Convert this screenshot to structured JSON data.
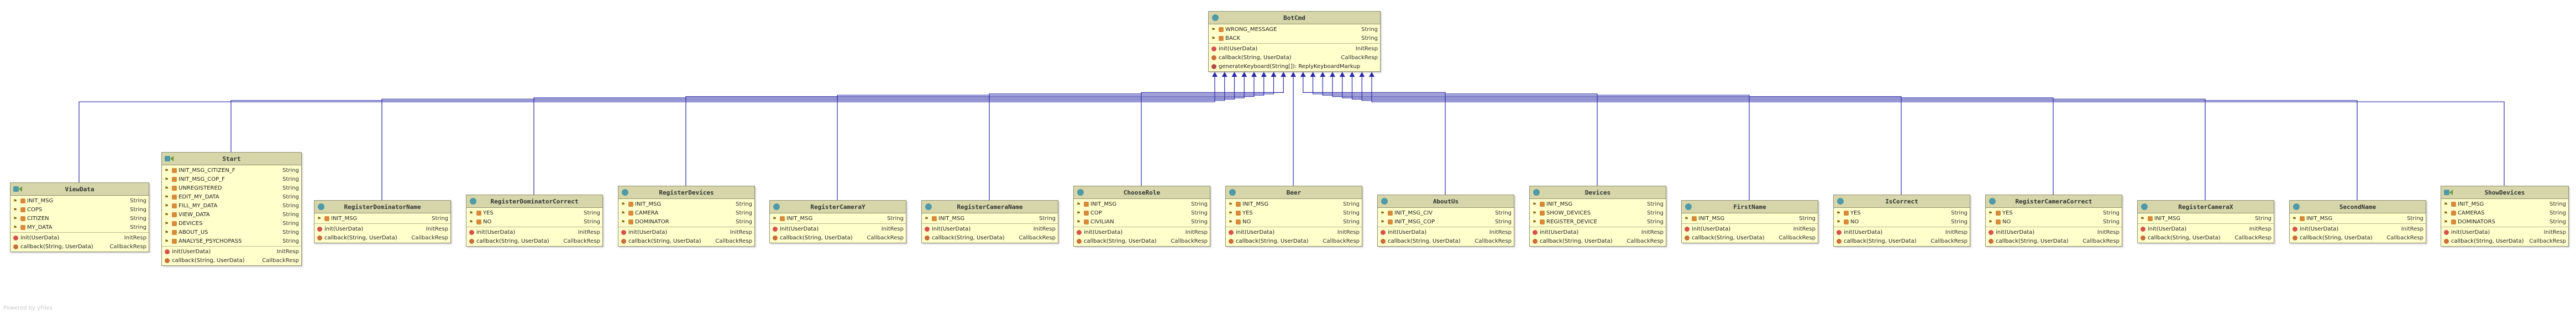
{
  "watermark": "Powered by yFiles",
  "colors": {
    "arrow": "#2a2aa8",
    "header": "#d6d6aa",
    "body": "#ffffcc"
  },
  "classes": [
    {
      "id": "BotCmd",
      "name": "BotCmd",
      "icon": "abstract-class-icon",
      "fields": [
        {
          "name": "WRONG_MESSAGE",
          "type": "String"
        },
        {
          "name": "BACK",
          "type": "String"
        }
      ],
      "methods": [
        {
          "name": "init(UserData)",
          "type": "InitResp",
          "kind": "init"
        },
        {
          "name": "callback(String, UserData)",
          "type": "CallbackResp",
          "kind": "cb"
        },
        {
          "name": "generateKeyboard(String[]): ReplyKeyboardMarkup",
          "type": "",
          "kind": "plain"
        }
      ]
    },
    {
      "id": "ViewData",
      "name": "ViewData",
      "icon": "subclass-icon",
      "fields": [
        {
          "name": "INIT_MSG",
          "type": "String"
        },
        {
          "name": "COPS",
          "type": "String"
        },
        {
          "name": "CITIZEN",
          "type": "String"
        },
        {
          "name": "MY_DATA",
          "type": "String"
        }
      ],
      "methods": [
        {
          "name": "init(UserData)",
          "type": "InitResp",
          "kind": "init"
        },
        {
          "name": "callback(String, UserData)",
          "type": "CallbackResp",
          "kind": "cb"
        }
      ]
    },
    {
      "id": "Start",
      "name": "Start",
      "icon": "subclass-icon",
      "fields": [
        {
          "name": "INIT_MSG_CITIZEN_F",
          "type": "String"
        },
        {
          "name": "INIT_MSG_COP_F",
          "type": "String"
        },
        {
          "name": "UNREGISTERED",
          "type": "String"
        },
        {
          "name": "EDIT_MY_DATA",
          "type": "String"
        },
        {
          "name": "FILL_MY_DATA",
          "type": "String"
        },
        {
          "name": "VIEW_DATA",
          "type": "String"
        },
        {
          "name": "DEVICES",
          "type": "String"
        },
        {
          "name": "ABOUT_US",
          "type": "String"
        },
        {
          "name": "ANALYSE_PSYCHOPASS",
          "type": "String"
        }
      ],
      "methods": [
        {
          "name": "init(UserData)",
          "type": "InitResp",
          "kind": "init"
        },
        {
          "name": "callback(String, UserData)",
          "type": "CallbackResp",
          "kind": "cb"
        }
      ]
    },
    {
      "id": "RegisterDominatorName",
      "name": "RegisterDominatorName",
      "icon": "class-icon",
      "fields": [
        {
          "name": "INIT_MSG",
          "type": "String"
        }
      ],
      "methods": [
        {
          "name": "init(UserData)",
          "type": "InitResp",
          "kind": "init"
        },
        {
          "name": "callback(String, UserData)",
          "type": "CallbackResp",
          "kind": "cb"
        }
      ]
    },
    {
      "id": "RegisterDominatorCorrect",
      "name": "RegisterDominatorCorrect",
      "icon": "class-icon",
      "fields": [
        {
          "name": "YES",
          "type": "String"
        },
        {
          "name": "NO",
          "type": "String"
        }
      ],
      "methods": [
        {
          "name": "init(UserData)",
          "type": "InitResp",
          "kind": "init"
        },
        {
          "name": "callback(String, UserData)",
          "type": "CallbackResp",
          "kind": "cb"
        }
      ]
    },
    {
      "id": "RegisterDevices",
      "name": "RegisterDevices",
      "icon": "class-icon",
      "fields": [
        {
          "name": "INIT_MSG",
          "type": "String"
        },
        {
          "name": "CAMERA",
          "type": "String"
        },
        {
          "name": "DOMINATOR",
          "type": "String"
        }
      ],
      "methods": [
        {
          "name": "init(UserData)",
          "type": "InitResp",
          "kind": "init"
        },
        {
          "name": "callback(String, UserData)",
          "type": "CallbackResp",
          "kind": "cb"
        }
      ]
    },
    {
      "id": "RegisterCameraY",
      "name": "RegisterCameraY",
      "icon": "class-icon",
      "fields": [
        {
          "name": "INIT_MSG",
          "type": "String"
        }
      ],
      "methods": [
        {
          "name": "init(UserData)",
          "type": "InitResp",
          "kind": "init"
        },
        {
          "name": "callback(String, UserData)",
          "type": "CallbackResp",
          "kind": "cb"
        }
      ]
    },
    {
      "id": "RegisterCameraName",
      "name": "RegisterCameraName",
      "icon": "class-icon",
      "fields": [
        {
          "name": "INIT_MSG",
          "type": "String"
        }
      ],
      "methods": [
        {
          "name": "init(UserData)",
          "type": "InitResp",
          "kind": "init"
        },
        {
          "name": "callback(String, UserData)",
          "type": "CallbackResp",
          "kind": "cb"
        }
      ]
    },
    {
      "id": "ChooseRole",
      "name": "ChooseRole",
      "icon": "class-icon",
      "fields": [
        {
          "name": "INIT_MSG",
          "type": "String"
        },
        {
          "name": "COP",
          "type": "String"
        },
        {
          "name": "CIVILIAN",
          "type": "String"
        }
      ],
      "methods": [
        {
          "name": "init(UserData)",
          "type": "InitResp",
          "kind": "init"
        },
        {
          "name": "callback(String, UserData)",
          "type": "CallbackResp",
          "kind": "cb"
        }
      ]
    },
    {
      "id": "Beer",
      "name": "Beer",
      "icon": "class-icon",
      "fields": [
        {
          "name": "INIT_MSG",
          "type": "String"
        },
        {
          "name": "YES",
          "type": "String"
        },
        {
          "name": "NO",
          "type": "String"
        }
      ],
      "methods": [
        {
          "name": "init(UserData)",
          "type": "InitResp",
          "kind": "init"
        },
        {
          "name": "callback(String, UserData)",
          "type": "CallbackResp",
          "kind": "cb"
        }
      ]
    },
    {
      "id": "AboutUs",
      "name": "AboutUs",
      "icon": "class-icon",
      "fields": [
        {
          "name": "INIT_MSG_CIV",
          "type": "String"
        },
        {
          "name": "INIT_MSG_COP",
          "type": "String"
        }
      ],
      "methods": [
        {
          "name": "init(UserData)",
          "type": "InitResp",
          "kind": "init"
        },
        {
          "name": "callback(String, UserData)",
          "type": "CallbackResp",
          "kind": "cb"
        }
      ]
    },
    {
      "id": "Devices",
      "name": "Devices",
      "icon": "class-icon",
      "fields": [
        {
          "name": "INIT_MSG",
          "type": "String"
        },
        {
          "name": "SHOW_DEVICES",
          "type": "String"
        },
        {
          "name": "REGISTER_DEVICE",
          "type": "String"
        }
      ],
      "methods": [
        {
          "name": "init(UserData)",
          "type": "InitResp",
          "kind": "init"
        },
        {
          "name": "callback(String, UserData)",
          "type": "CallbackResp",
          "kind": "cb"
        }
      ]
    },
    {
      "id": "FirstName",
      "name": "FirstName",
      "icon": "class-icon",
      "fields": [
        {
          "name": "INIT_MSG",
          "type": "String"
        }
      ],
      "methods": [
        {
          "name": "init(UserData)",
          "type": "InitResp",
          "kind": "init"
        },
        {
          "name": "callback(String, UserData)",
          "type": "CallbackResp",
          "kind": "cb"
        }
      ]
    },
    {
      "id": "IsCorrect",
      "name": "IsCorrect",
      "icon": "class-icon",
      "fields": [
        {
          "name": "YES",
          "type": "String"
        },
        {
          "name": "NO",
          "type": "String"
        }
      ],
      "methods": [
        {
          "name": "init(UserData)",
          "type": "InitResp",
          "kind": "init"
        },
        {
          "name": "callback(String, UserData)",
          "type": "CallbackResp",
          "kind": "cb"
        }
      ]
    },
    {
      "id": "RegisterCameraCorrect",
      "name": "RegisterCameraCorrect",
      "icon": "class-icon",
      "fields": [
        {
          "name": "YES",
          "type": "String"
        },
        {
          "name": "NO",
          "type": "String"
        }
      ],
      "methods": [
        {
          "name": "init(UserData)",
          "type": "InitResp",
          "kind": "init"
        },
        {
          "name": "callback(String, UserData)",
          "type": "CallbackResp",
          "kind": "cb"
        }
      ]
    },
    {
      "id": "RegisterCameraX",
      "name": "RegisterCameraX",
      "icon": "class-icon",
      "fields": [
        {
          "name": "INIT_MSG",
          "type": "String"
        }
      ],
      "methods": [
        {
          "name": "init(UserData)",
          "type": "InitResp",
          "kind": "init"
        },
        {
          "name": "callback(String, UserData)",
          "type": "CallbackResp",
          "kind": "cb"
        }
      ]
    },
    {
      "id": "SecondName",
      "name": "SecondName",
      "icon": "class-icon",
      "fields": [
        {
          "name": "INIT_MSG",
          "type": "String"
        }
      ],
      "methods": [
        {
          "name": "init(UserData)",
          "type": "InitResp",
          "kind": "init"
        },
        {
          "name": "callback(String, UserData)",
          "type": "CallbackResp",
          "kind": "cb"
        }
      ]
    },
    {
      "id": "ShowDevices",
      "name": "ShowDevices",
      "icon": "subclass-icon",
      "fields": [
        {
          "name": "INIT_MSG",
          "type": "String"
        },
        {
          "name": "CAMERAS",
          "type": "String"
        },
        {
          "name": "DOMINATORS",
          "type": "String"
        }
      ],
      "methods": [
        {
          "name": "init(UserData)",
          "type": "InitResp",
          "kind": "init"
        },
        {
          "name": "callback(String, UserData)",
          "type": "CallbackResp",
          "kind": "cb"
        }
      ]
    }
  ]
}
